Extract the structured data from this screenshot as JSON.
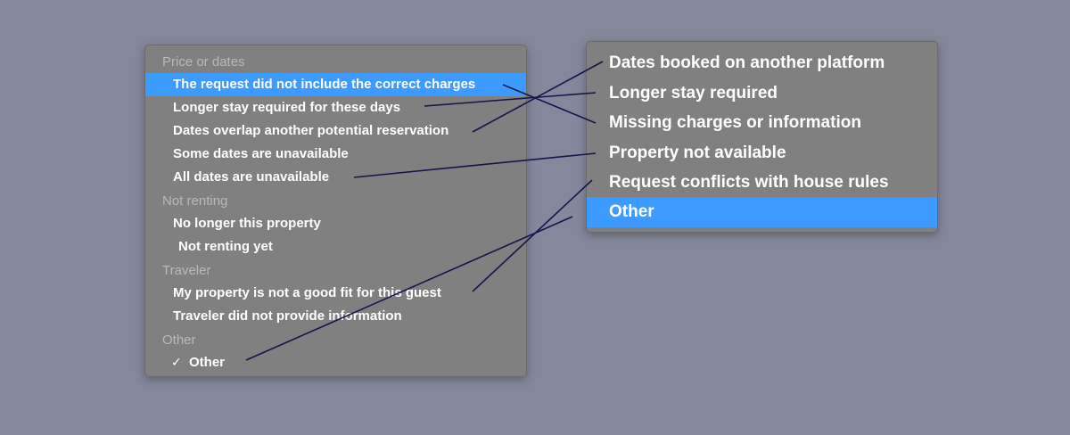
{
  "left_menu": {
    "groups": [
      {
        "header": "Price or dates",
        "items": [
          {
            "label": "The request did not include the correct charges",
            "selected": true
          },
          {
            "label": "Longer stay required for these days"
          },
          {
            "label": "Dates overlap another potential reservation"
          },
          {
            "label": "Some dates are unavailable"
          },
          {
            "label": "All dates are unavailable"
          }
        ]
      },
      {
        "header": "Not renting",
        "items": [
          {
            "label": "No longer this property"
          },
          {
            "label": "Not renting yet"
          }
        ]
      },
      {
        "header": "Traveler",
        "items": [
          {
            "label": "My property is not a good fit for this guest"
          },
          {
            "label": "Traveler did not provide information"
          }
        ]
      },
      {
        "header": "Other",
        "items": [
          {
            "label": "Other",
            "checked": true,
            "check_glyph": "✓"
          }
        ]
      }
    ]
  },
  "right_menu": {
    "items": [
      {
        "label": "Dates booked on another platform"
      },
      {
        "label": "Longer stay required"
      },
      {
        "label": "Missing charges or information"
      },
      {
        "label": "Property not available"
      },
      {
        "label": "Request conflicts with house rules"
      },
      {
        "label": "Other",
        "selected": true
      }
    ]
  },
  "connections": [
    {
      "from": "The request did not include the correct charges",
      "to": "Missing charges or information"
    },
    {
      "from": "Longer stay required for these days",
      "to": "Longer stay required"
    },
    {
      "from": "Dates overlap another potential reservation",
      "to": "Dates booked on another platform"
    },
    {
      "from": "All dates are unavailable",
      "to": "Property not available"
    },
    {
      "from": "My property is not a good fit for this guest",
      "to": "Request conflicts with house rules"
    },
    {
      "from": "Other",
      "to": "Other"
    }
  ],
  "colors": {
    "background": "#85879b",
    "menu": "#808080",
    "selection": "#3d9bff",
    "connector": "#15154a"
  }
}
